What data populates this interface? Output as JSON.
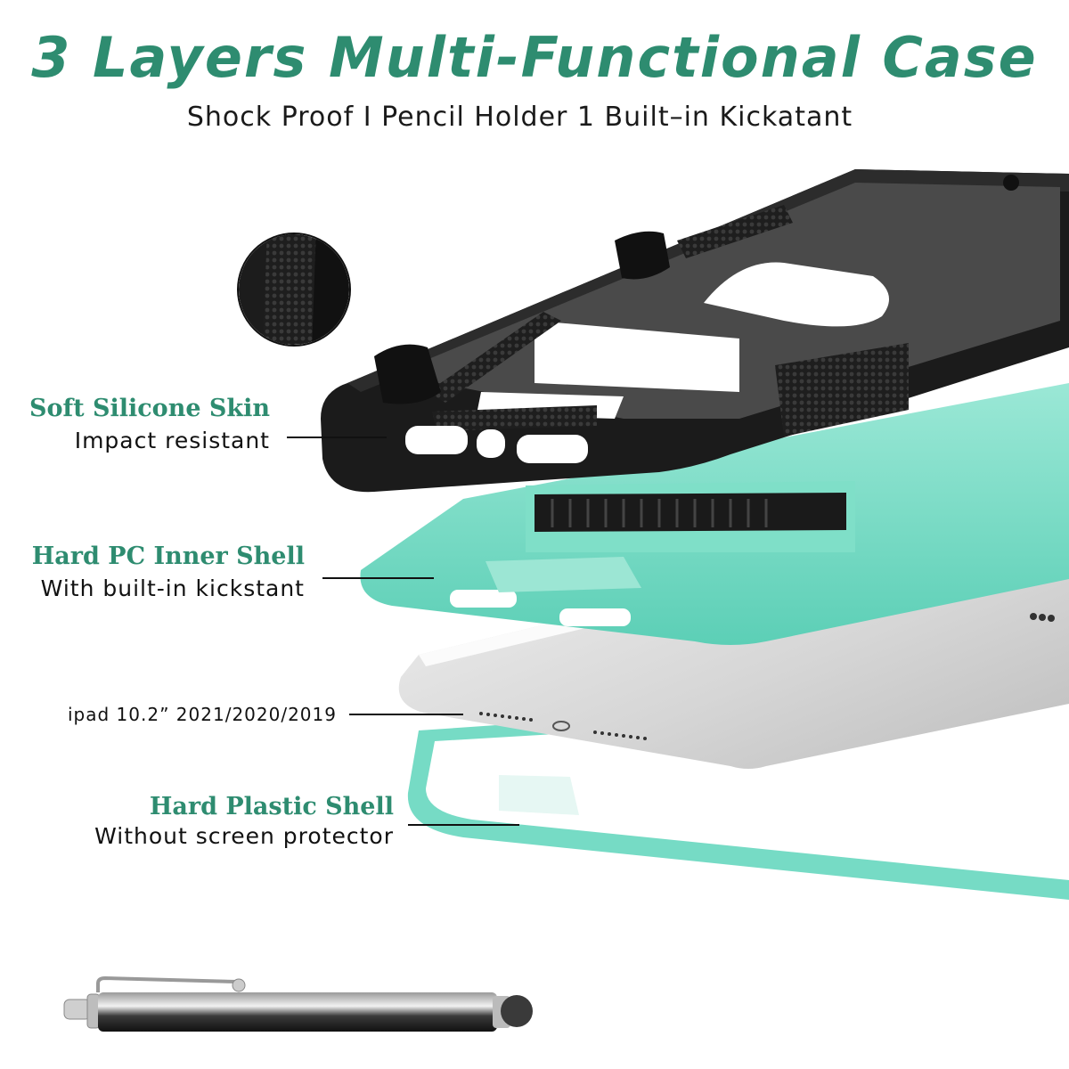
{
  "header": {
    "title": "3 Layers Multi-Functional Case",
    "subtitle": "Shock Proof I Pencil Holder 1 Built–in Kickatant"
  },
  "layers": [
    {
      "heading": "Soft Silicone Skin",
      "caption": "Impact resistant"
    },
    {
      "heading": "Hard PC Inner Shell",
      "caption": "With built-in kickstant"
    },
    {
      "heading": "",
      "caption": "ipad 10.2” 2021/2020/2019"
    },
    {
      "heading": "Hard Plastic Shell",
      "caption": "Without screen protector"
    }
  ],
  "colors": {
    "accent": "#2e8c70",
    "mint": "#6fd9c2",
    "silicone": "#1b1b1b",
    "tablet": "#d9d9d9"
  },
  "icons": [
    "texture-zoom-icon",
    "stylus-pen-icon"
  ]
}
